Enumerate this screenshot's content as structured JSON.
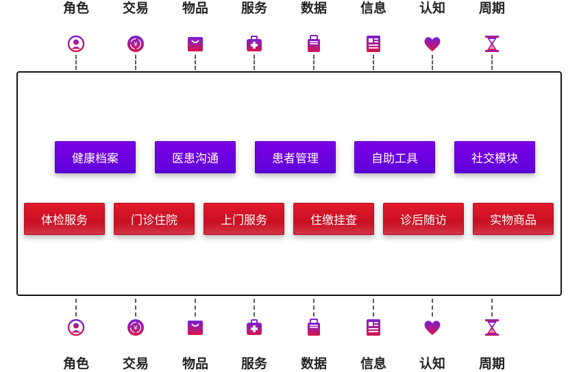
{
  "categories": [
    {
      "label": "角色",
      "icon": "user-icon"
    },
    {
      "label": "交易",
      "icon": "exchange-icon"
    },
    {
      "label": "物品",
      "icon": "shopping-bag-icon"
    },
    {
      "label": "服务",
      "icon": "medical-kit-icon"
    },
    {
      "label": "数据",
      "icon": "data-bag-icon"
    },
    {
      "label": "信息",
      "icon": "info-card-icon"
    },
    {
      "label": "认知",
      "icon": "heart-icon"
    },
    {
      "label": "周期",
      "icon": "hourglass-icon"
    }
  ],
  "purple_modules": [
    "健康档案",
    "医患沟通",
    "患者管理",
    "自助工具",
    "社交模块"
  ],
  "red_modules": [
    "体检服务",
    "门诊住院",
    "上门服务",
    "住缴挂查",
    "诊后随访",
    "实物商品"
  ],
  "colors": {
    "purple": "#6a00e0",
    "red": "#d4142a",
    "icon_gradient_top": "#7a1fd6",
    "icon_gradient_bottom": "#d6174a"
  }
}
